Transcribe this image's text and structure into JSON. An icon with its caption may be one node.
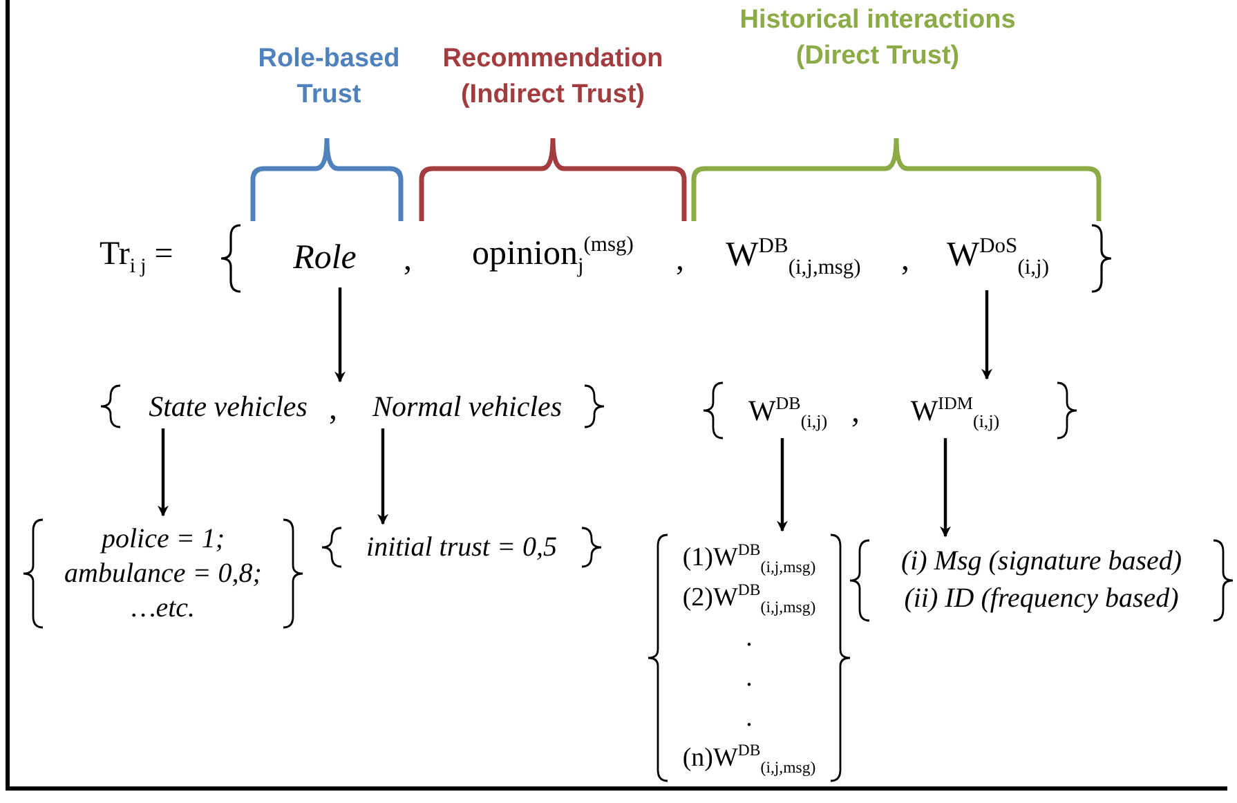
{
  "diagram": {
    "nodes": [
      {
        "text": [
          "Role"
        ]
      },
      {
        "text": [
          "opinion$_{j}$$^{(msg)}$"
        ]
      },
      {
        "text": [
          "W$^{DB}$$_{(i,j,msg)}$"
        ]
      },
      {
        "text": [
          "W$^{DoS}$$_{(i,j)}$"
        ]
      },
      {
        "text": [],
        "shape": "bracket"
      },
      {
        "text": [
          "State vehicles"
        ],
        "in": 4
      },
      {
        "text": [
          "Normal vehicles"
        ],
        "in": 4
      },
      {
        "text": [
          "police = 1;",
          "ambulance = 0,8;",
          "…etc."
        ]
      },
      {
        "text": [
          "initial trust = 0,5"
        ]
      },
      {
        "text": [],
        "shape": "bracket"
      },
      {
        "text": [
          "W$^{DB}$$_{(i,j)}$"
        ],
        "in": 9
      },
      {
        "text": [
          "W$^{IDM}$$_{(i,j)}$"
        ],
        "in": 9
      },
      {
        "text": [
          "(1)W$^{DB}$$_{(i,j,msg)}$",
          "(2)W$^{DB}$$_{(i,j,msg)}$",
          ".",
          ".",
          ".",
          "(n)W$^{DB}$$_{(i,j,msg)}$"
        ]
      },
      {
        "text": [
          "(i) Msg (signature based)",
          "(ii) ID (frequency based)"
        ]
      }
    ],
    "edges": [
      {
        "from": 0,
        "to": 4,
        "arrow": "to"
      },
      {
        "from": 3,
        "to": 9,
        "arrow": "to"
      },
      {
        "from": 5,
        "to": 7,
        "arrow": "to"
      },
      {
        "from": 6,
        "to": 8,
        "arrow": "to"
      },
      {
        "from": 10,
        "to": 12,
        "arrow": "to"
      },
      {
        "from": 11,
        "to": 13,
        "arrow": "to"
      }
    ],
    "labels": [
      "Role-based Trust",
      "Recommendation (Indirect Trust)",
      "Historical interactions (Direct Trust)",
      "Tr$_{i j}$ =",
      ",",
      ",",
      ",",
      ",",
      ","
    ]
  }
}
